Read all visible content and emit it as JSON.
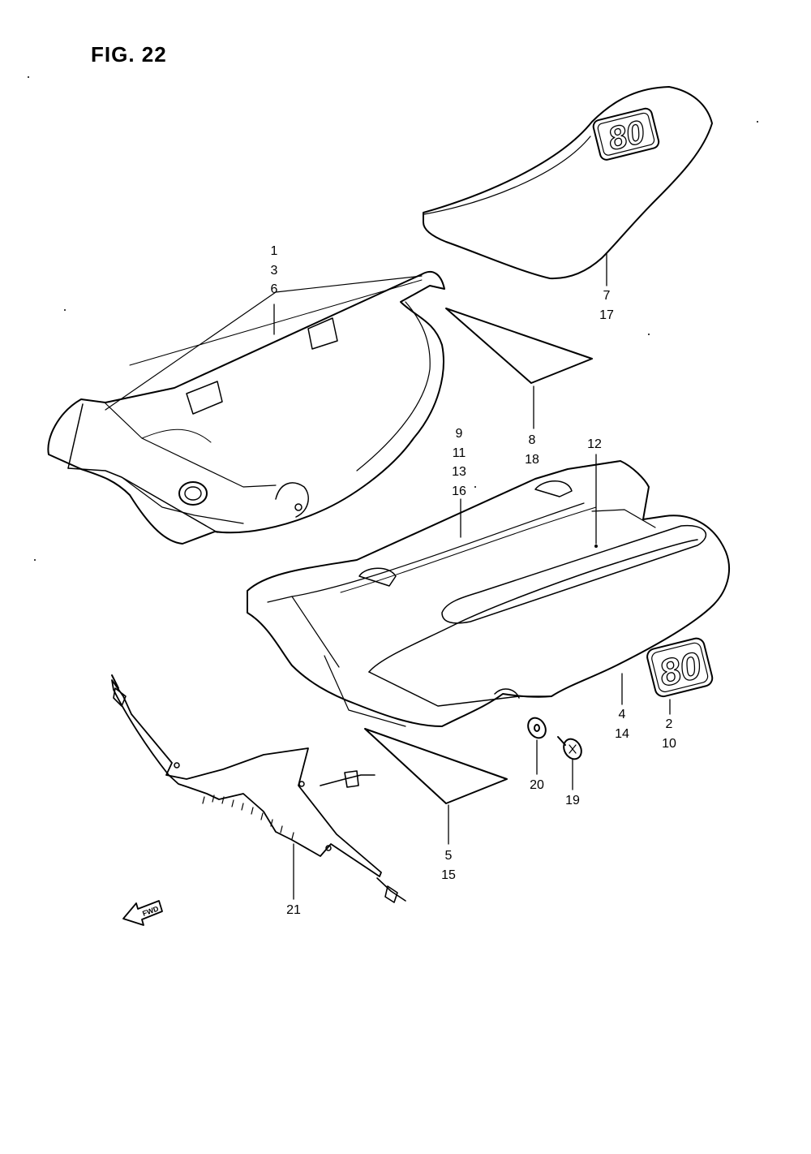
{
  "figure": {
    "title": "FIG. 22"
  },
  "callouts": [
    {
      "id": "c1",
      "numbers": [
        "1",
        "3",
        "6"
      ]
    },
    {
      "id": "c2",
      "numbers": [
        "7",
        "17"
      ]
    },
    {
      "id": "c3",
      "numbers": [
        "8",
        "18"
      ]
    },
    {
      "id": "c4",
      "numbers": [
        "9",
        "11",
        "13",
        "16"
      ]
    },
    {
      "id": "c5",
      "numbers": [
        "12"
      ]
    },
    {
      "id": "c6",
      "numbers": [
        "4",
        "14"
      ]
    },
    {
      "id": "c7",
      "numbers": [
        "2",
        "10"
      ]
    },
    {
      "id": "c8",
      "numbers": [
        "20"
      ]
    },
    {
      "id": "c9",
      "numbers": [
        "19"
      ]
    },
    {
      "id": "c10",
      "numbers": [
        "5",
        "15"
      ]
    },
    {
      "id": "c11",
      "numbers": [
        "21"
      ]
    }
  ],
  "emblem_text": "80",
  "fwd_arrow_text": "FWD"
}
